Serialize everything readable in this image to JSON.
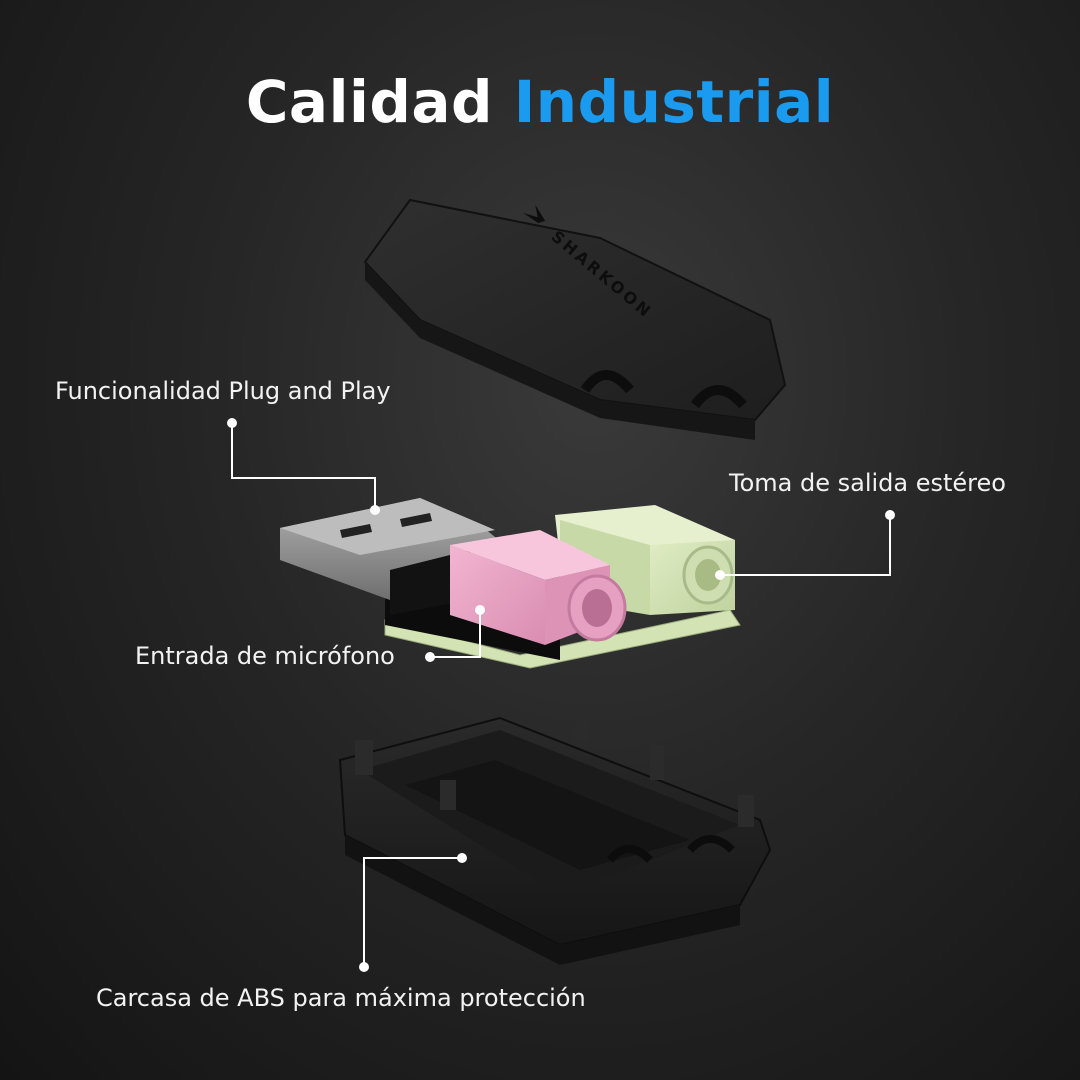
{
  "title": {
    "part1": "Calidad",
    "part2": "Industrial"
  },
  "callouts": {
    "plug_and_play": "Funcionalidad Plug and Play",
    "stereo_out": "Toma de salida estéreo",
    "mic_in": "Entrada de micrófono",
    "abs_case": "Carcasa de ABS para máxima protección"
  },
  "logo_text": "SHARKOON",
  "colors": {
    "title_accent": "#1a9bf0",
    "mic_jack": "#e9a3c4",
    "stereo_jack": "#d3e3b4",
    "housing": "#232323",
    "usb_plug": "#8c8c8c"
  }
}
